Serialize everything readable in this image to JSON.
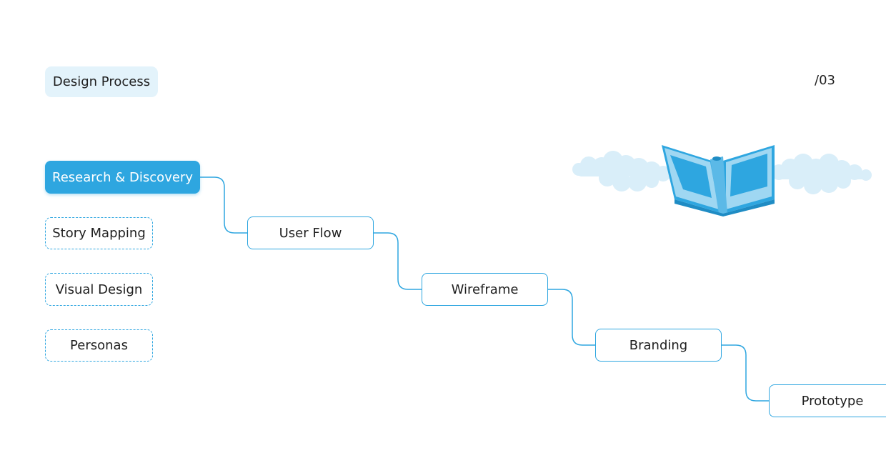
{
  "header": {
    "tag_label": "Design Process",
    "page_number": "/03"
  },
  "nodes": {
    "research": "Research & Discovery",
    "user_flow": "User Flow",
    "wireframe": "Wireframe",
    "branding": "Branding",
    "prototype": "Prototype"
  },
  "side_options": {
    "story_mapping": "Story Mapping",
    "visual_design": "Visual Design",
    "personas": "Personas"
  },
  "colors": {
    "accent": "#2ea6e0",
    "tag_background": "#e3f3fb",
    "cloud": "#d9eef9",
    "book": "#2ea6e0"
  },
  "icons": {
    "illustration": "book-with-clouds-icon"
  }
}
